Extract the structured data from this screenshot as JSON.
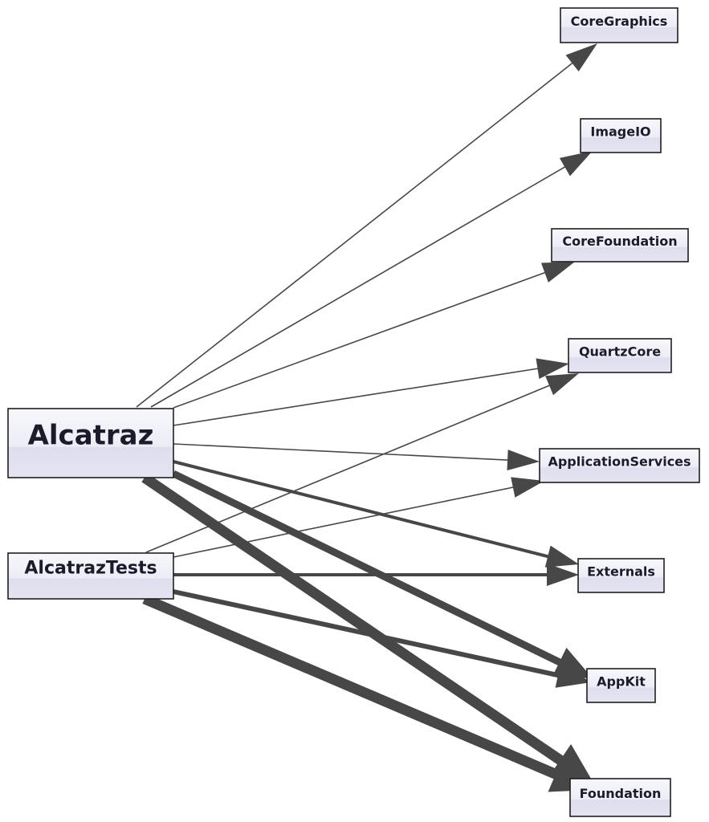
{
  "diagram": {
    "type": "dependency-graph",
    "colors": {
      "edge": "#474747",
      "node_fill_top": "#f4f4fa",
      "node_fill_bottom": "#dcdcec",
      "node_border": "#1f1f1f",
      "text": "#1b1b2b"
    },
    "nodes": [
      {
        "id": "alcatraz",
        "label": "Alcatraz"
      },
      {
        "id": "alcatraz-tests",
        "label": "AlcatrazTests"
      },
      {
        "id": "core-graphics",
        "label": "CoreGraphics"
      },
      {
        "id": "image-io",
        "label": "ImageIO"
      },
      {
        "id": "core-foundation",
        "label": "CoreFoundation"
      },
      {
        "id": "quartz-core",
        "label": "QuartzCore"
      },
      {
        "id": "application-services",
        "label": "ApplicationServices"
      },
      {
        "id": "externals",
        "label": "Externals"
      },
      {
        "id": "appkit",
        "label": "AppKit"
      },
      {
        "id": "foundation",
        "label": "Foundation"
      }
    ],
    "edges": [
      {
        "from": "alcatraz",
        "to": "core-graphics",
        "weight": 1
      },
      {
        "from": "alcatraz",
        "to": "image-io",
        "weight": 1
      },
      {
        "from": "alcatraz",
        "to": "core-foundation",
        "weight": 1
      },
      {
        "from": "alcatraz",
        "to": "quartz-core",
        "weight": 1
      },
      {
        "from": "alcatraz",
        "to": "application-services",
        "weight": 1
      },
      {
        "from": "alcatraz",
        "to": "externals",
        "weight": 2
      },
      {
        "from": "alcatraz",
        "to": "appkit",
        "weight": 4
      },
      {
        "from": "alcatraz",
        "to": "foundation",
        "weight": 5
      },
      {
        "from": "alcatraz-tests",
        "to": "quartz-core",
        "weight": 1
      },
      {
        "from": "alcatraz-tests",
        "to": "application-services",
        "weight": 1
      },
      {
        "from": "alcatraz-tests",
        "to": "externals",
        "weight": 2
      },
      {
        "from": "alcatraz-tests",
        "to": "appkit",
        "weight": 3
      },
      {
        "from": "alcatraz-tests",
        "to": "foundation",
        "weight": 5
      }
    ]
  }
}
